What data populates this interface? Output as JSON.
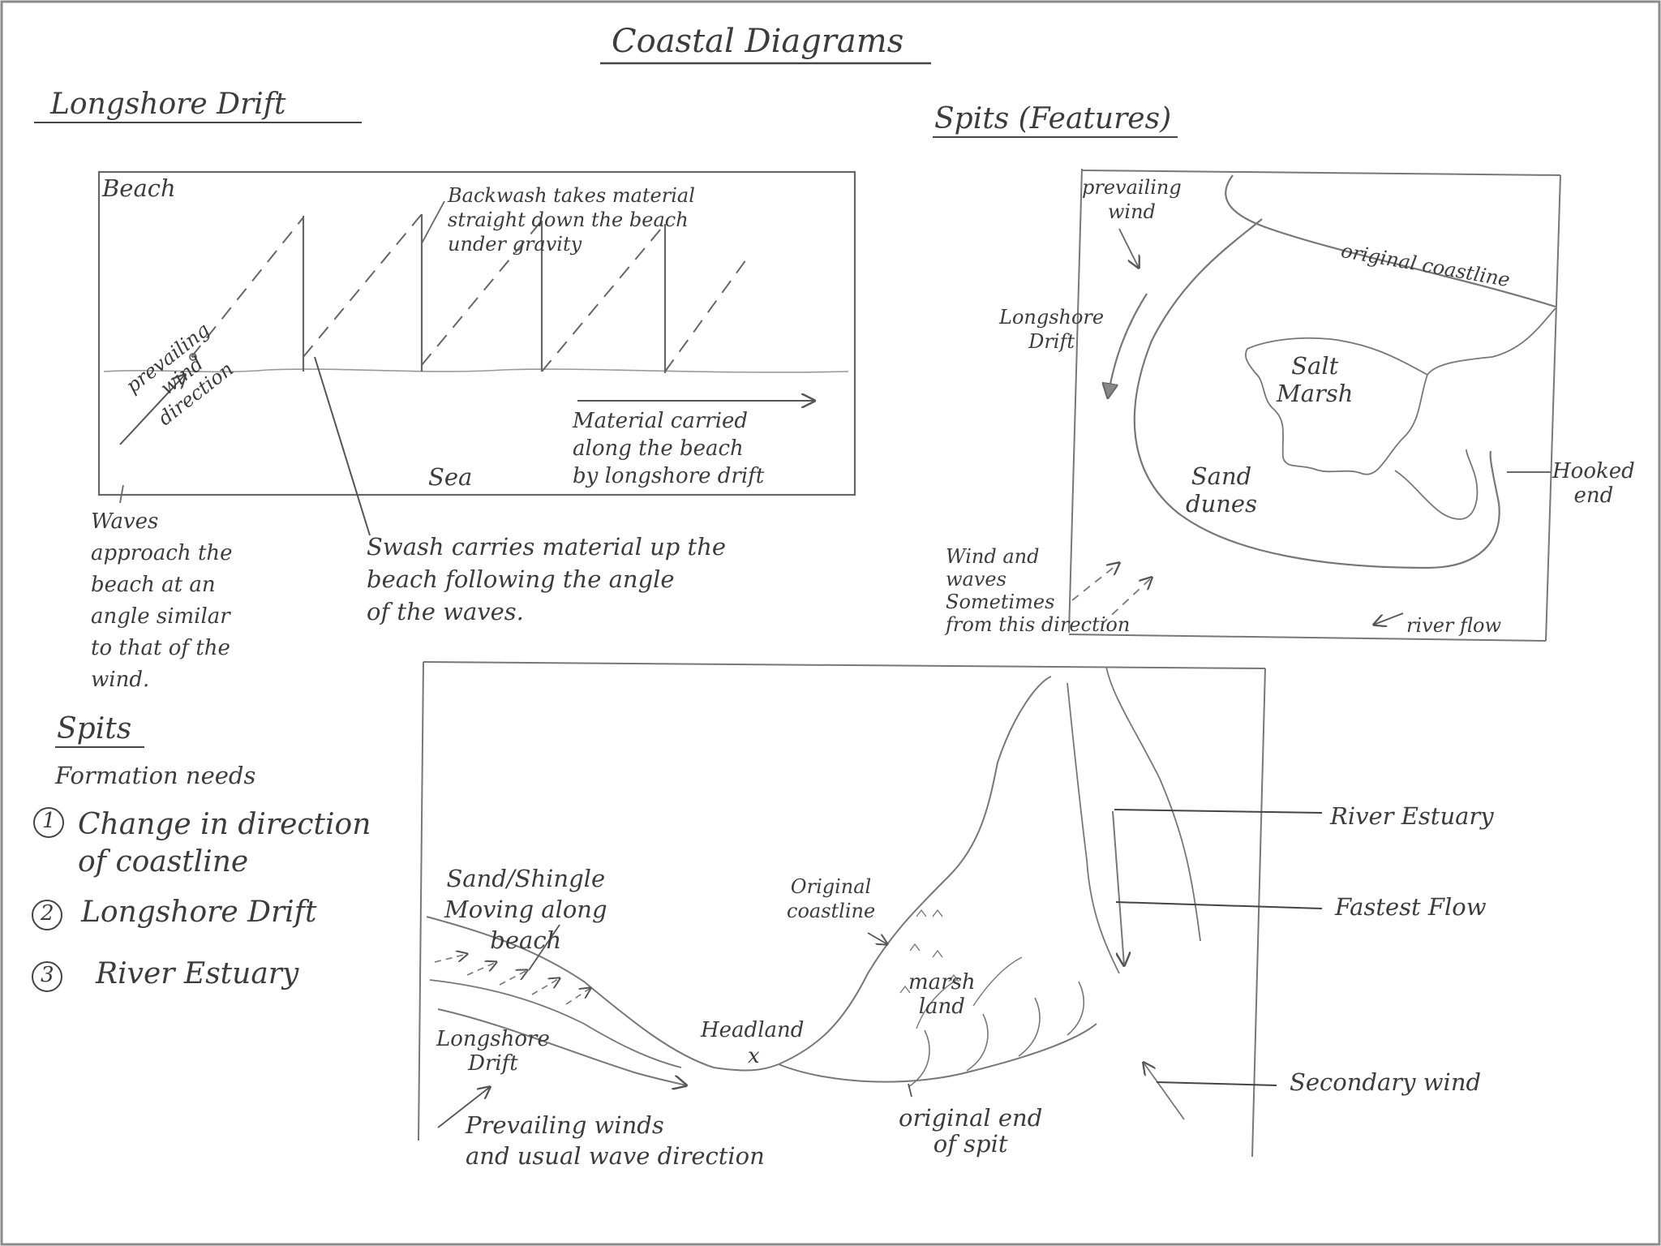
{
  "title": "Coastal Diagrams",
  "longshore": {
    "heading": "Longshore Drift",
    "beach": "Beach",
    "sea": "Sea",
    "backwash": "Backwash takes material\nstraight down the beach\nunder gravity",
    "material": "Material carried\nalong the beach\nby longshore drift",
    "prevailing": "prevailing\nwind\ndirection",
    "waves_note": "Waves\napproach the\nbeach at an\nangle similar\nto that of the\nwind.",
    "swash": "Swash carries material up the\nbeach following the angle\nof the waves."
  },
  "spit_features": {
    "heading": "Spits (Features)",
    "prevailing": "prevailing\nwind",
    "coastline": "original coastline",
    "longshore": "Longshore\nDrift",
    "salt_marsh": "Salt\nMarsh",
    "sand_dunes": "Sand\ndunes",
    "hooked": "Hooked\nend",
    "wind_waves": "Wind and\nwaves\nSometimes\nfrom this direction",
    "river_flow": "river flow"
  },
  "spits": {
    "heading": "Spits",
    "needs": "Formation needs",
    "items": [
      {
        "num": "1",
        "text": "Change in direction\nof coastline"
      },
      {
        "num": "2",
        "text": "Longshore Drift"
      },
      {
        "num": "3",
        "text": "River Estuary"
      }
    ]
  },
  "formation": {
    "sand": "Sand/Shingle\nMoving along\nbeach",
    "original": "Original\ncoastline",
    "marsh": "marsh\nland",
    "headland": "Headland",
    "x": "x",
    "longshore": "Longshore\nDrift",
    "prevailing": "Prevailing winds\nand usual wave direction",
    "end": "original end\nof spit",
    "estuary": "River Estuary",
    "fastest": "Fastest Flow",
    "secondary": "Secondary wind"
  }
}
